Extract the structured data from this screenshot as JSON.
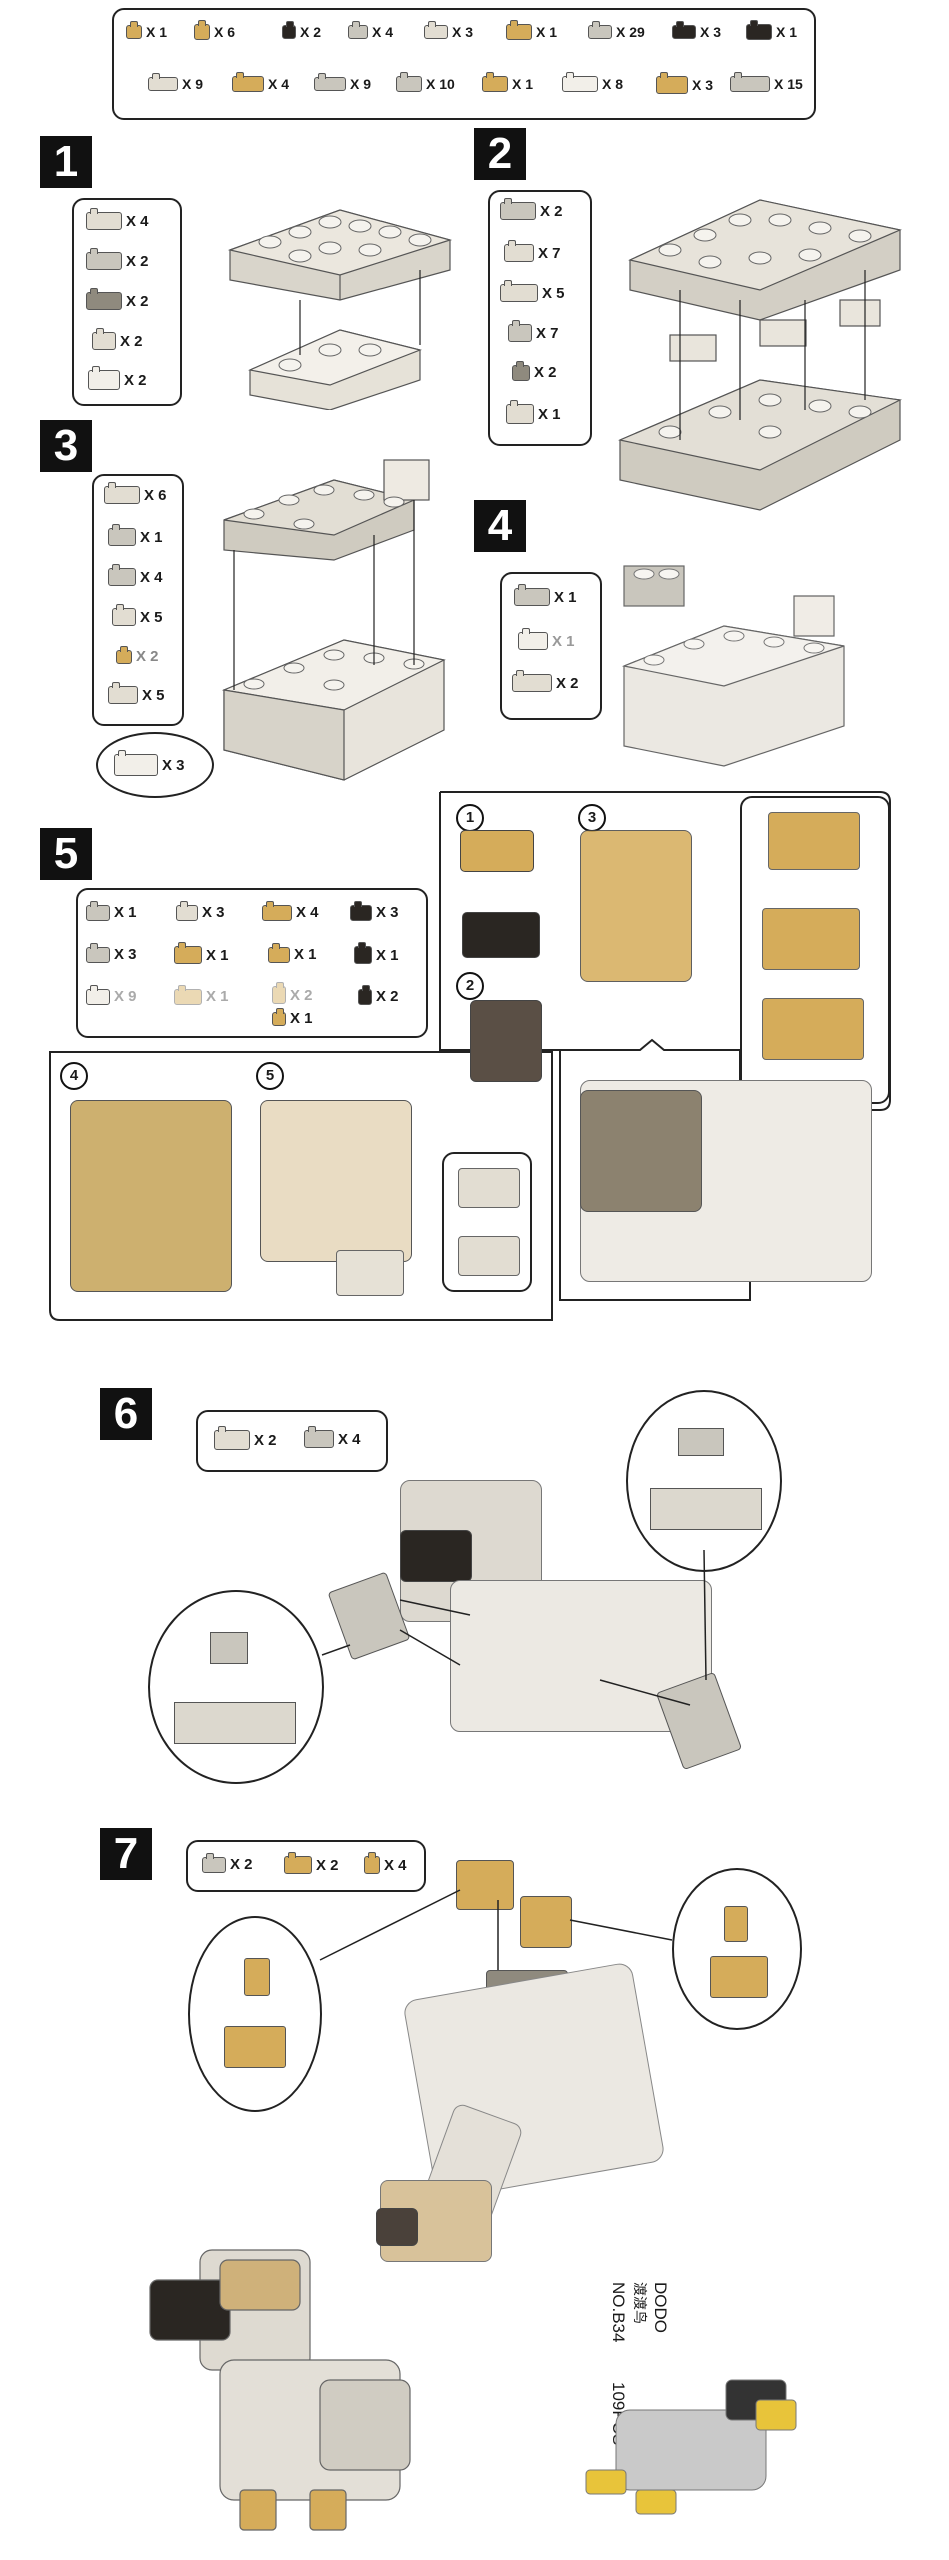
{
  "inventory": {
    "row1": [
      {
        "color": "tan",
        "qty": "X 1"
      },
      {
        "color": "tan",
        "qty": "X 6"
      },
      {
        "color": "black",
        "qty": "X 2"
      },
      {
        "color": "grey",
        "qty": "X 4"
      },
      {
        "color": "light",
        "qty": "X 3"
      },
      {
        "color": "tan",
        "qty": "X 1"
      },
      {
        "color": "grey",
        "qty": "X 29"
      },
      {
        "color": "black",
        "qty": "X 3"
      },
      {
        "color": "black",
        "qty": "X 1"
      }
    ],
    "row2": [
      {
        "color": "light",
        "qty": "X 9"
      },
      {
        "color": "tan",
        "qty": "X 4"
      },
      {
        "color": "grey",
        "qty": "X 9"
      },
      {
        "color": "grey",
        "qty": "X 10"
      },
      {
        "color": "tan",
        "qty": "X 1"
      },
      {
        "color": "white",
        "qty": "X 8"
      },
      {
        "color": "tan",
        "qty": "X 3"
      },
      {
        "color": "grey",
        "qty": "X 15"
      }
    ]
  },
  "steps": {
    "s1": {
      "num": "1",
      "parts": [
        "X 4",
        "X 2",
        "X 2",
        "X 2",
        "X 2"
      ]
    },
    "s2": {
      "num": "2",
      "parts": [
        "X 2",
        "X 7",
        "X 5",
        "X 7",
        "X 2",
        "X 1"
      ]
    },
    "s3": {
      "num": "3",
      "parts": [
        "X 6",
        "X 1",
        "X 4",
        "X 5",
        "X 2",
        "X 5"
      ],
      "extra": "X 3"
    },
    "s4": {
      "num": "4",
      "parts": [
        "X 1",
        "X 1",
        "X 2"
      ]
    },
    "s5": {
      "num": "5",
      "parts_left": [
        "X 1",
        "X 3",
        "X 9"
      ],
      "parts_mid": [
        "X 3",
        "X 1",
        "X 1"
      ],
      "parts_mid2": [
        "X 4",
        "X 1",
        "X 2",
        "X 1"
      ],
      "parts_right": [
        "X 3",
        "X 1",
        "X 2"
      ],
      "sub": [
        "1",
        "2",
        "3",
        "4",
        "5"
      ]
    },
    "s6": {
      "num": "6",
      "parts": [
        "X 2",
        "X 4"
      ]
    },
    "s7": {
      "num": "7",
      "parts": [
        "X 2",
        "X 2",
        "X 4"
      ]
    }
  },
  "product": {
    "name": "DODO",
    "chinese": "渡渡鸟",
    "code": "NO.B34",
    "pieces": "109PCS"
  },
  "colors": {
    "grey": "#c9c6bd",
    "light": "#e2ddd2",
    "white": "#f2efe9",
    "tan": "#d5ac5a",
    "black": "#2a2622",
    "dark": "#8f8a7e"
  }
}
